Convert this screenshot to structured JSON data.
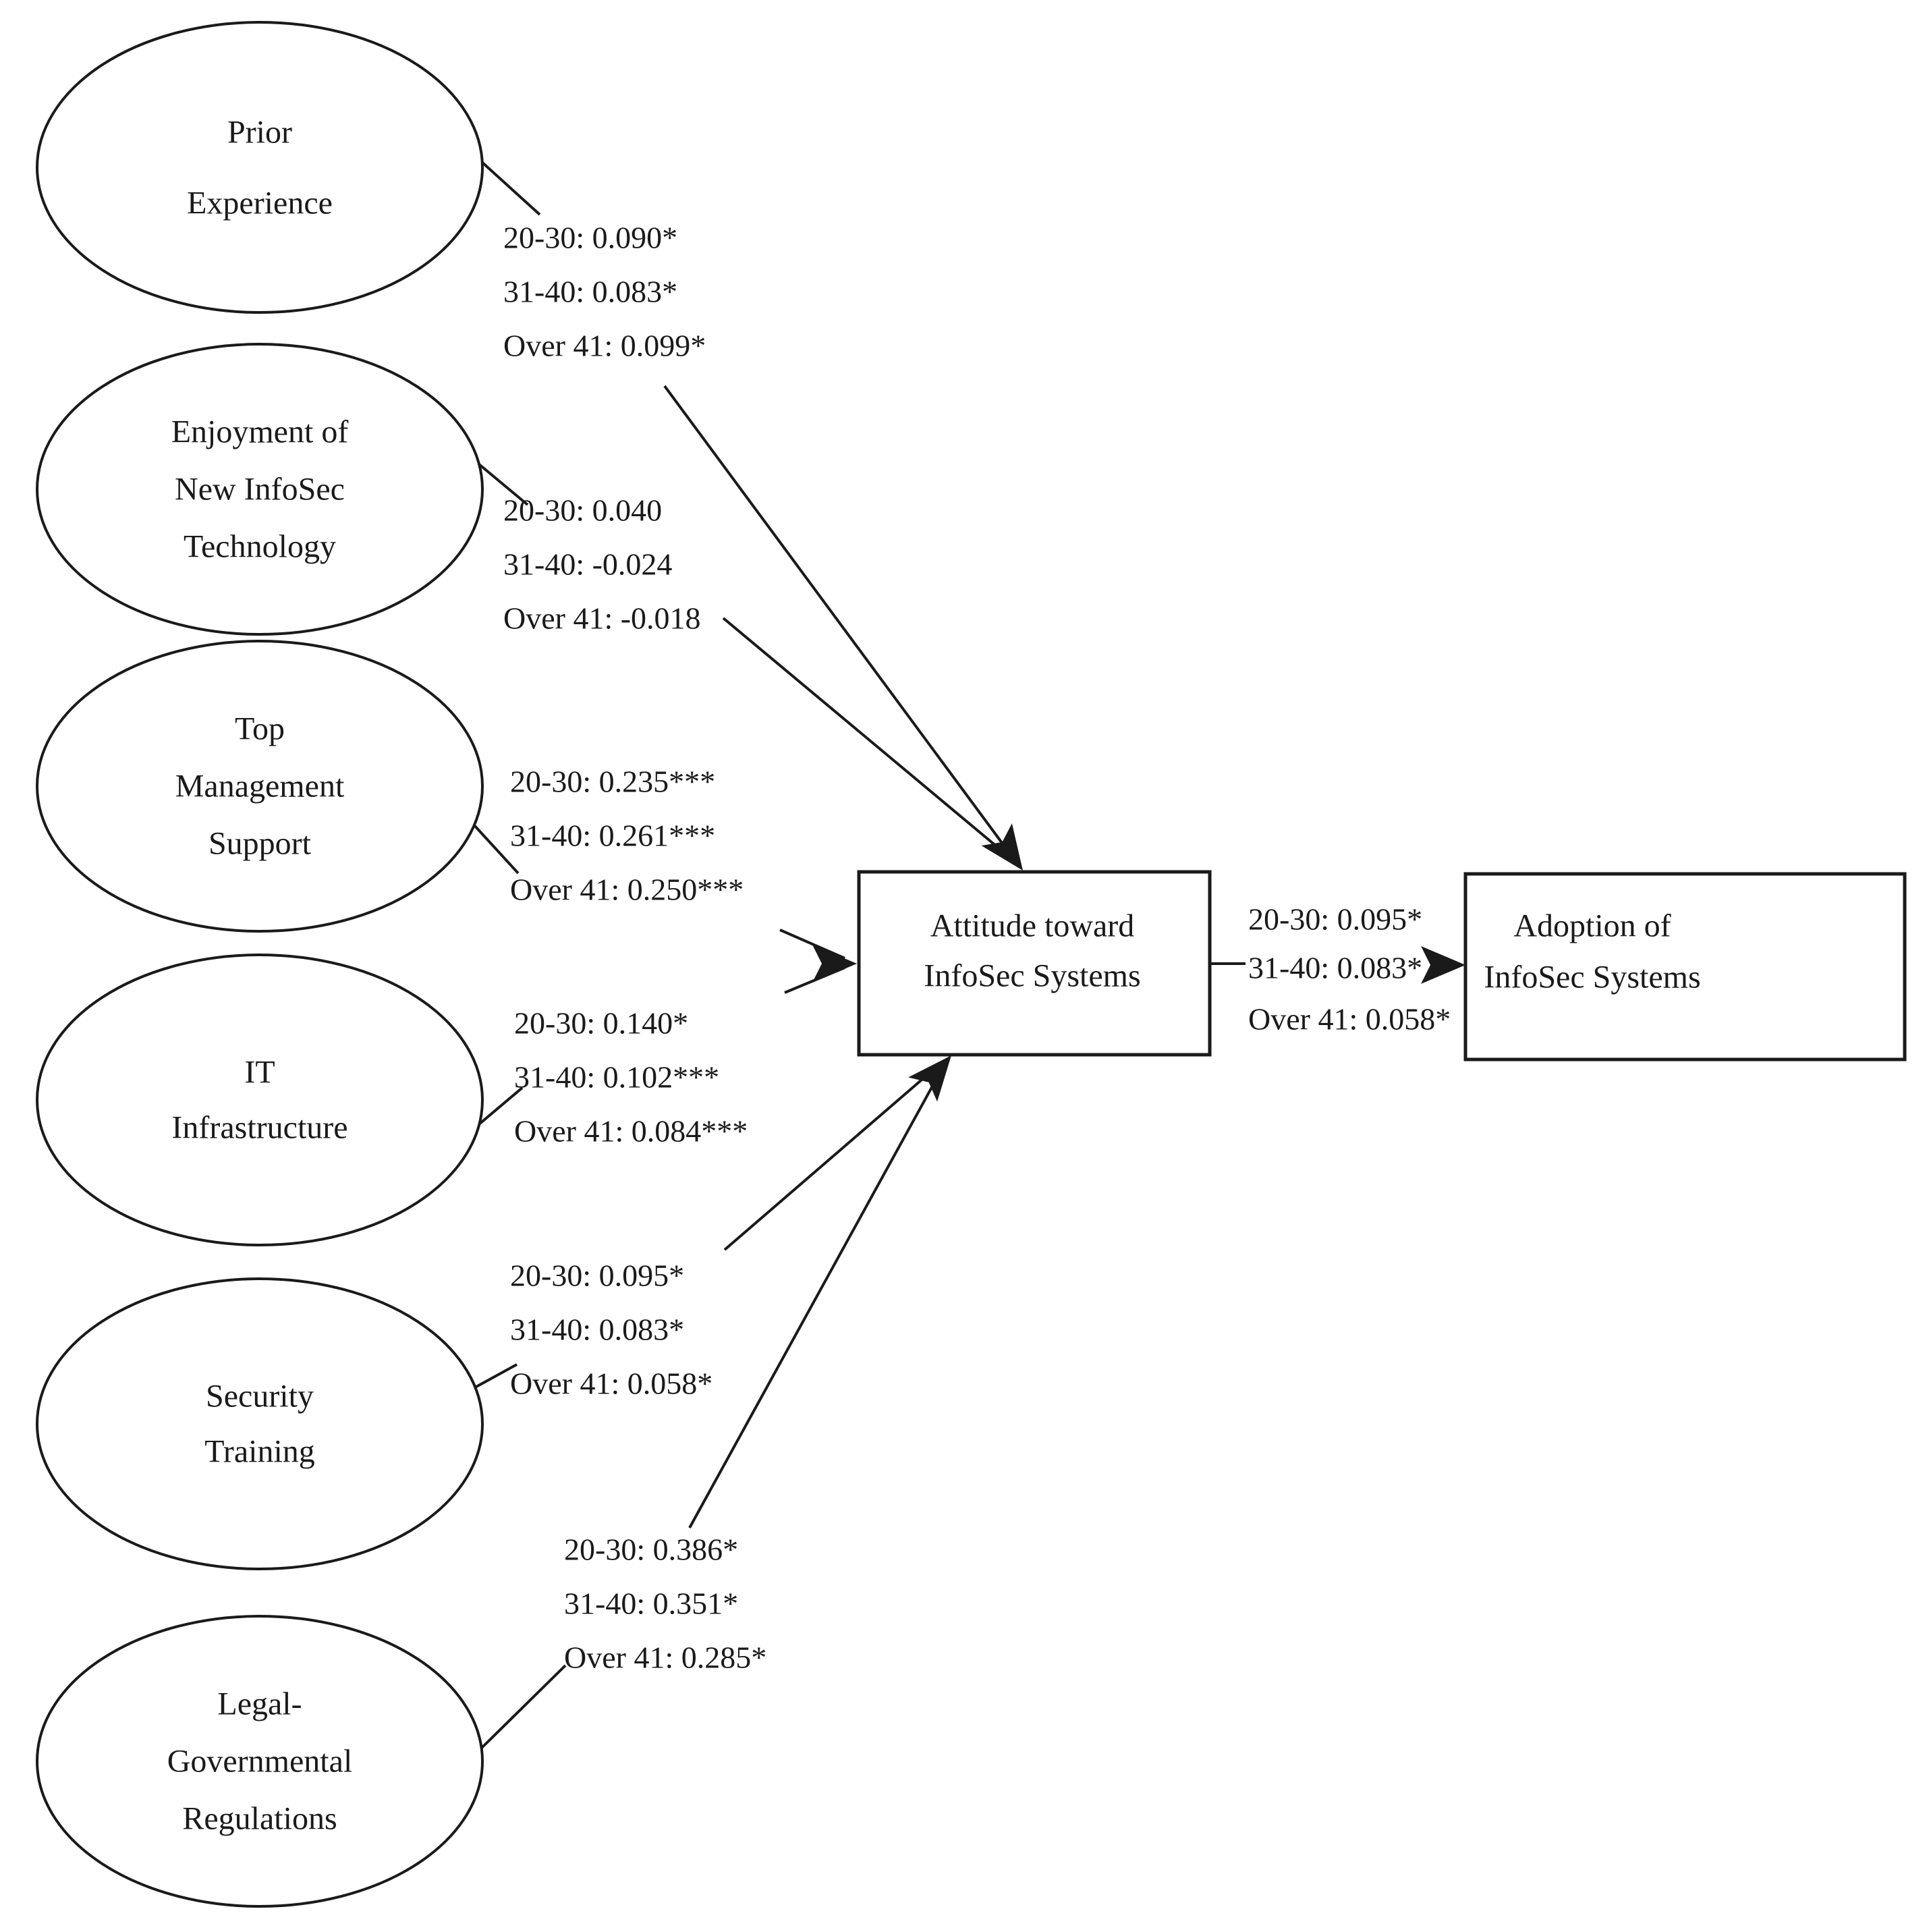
{
  "colors": {
    "ink": "#1a1a1a",
    "background": "#ffffff"
  },
  "nodes": {
    "prior_experience": {
      "lines": [
        "Prior",
        "Experience"
      ]
    },
    "enjoyment": {
      "lines": [
        "Enjoyment of",
        "New InfoSec",
        "Technology"
      ]
    },
    "top_management": {
      "lines": [
        "Top",
        "Management",
        "Support"
      ]
    },
    "it_infrastructure": {
      "lines": [
        "IT",
        "Infrastructure"
      ]
    },
    "security_training": {
      "lines": [
        "Security",
        "Training"
      ]
    },
    "legal_governmental": {
      "lines": [
        "Legal-",
        "Governmental",
        "Regulations"
      ]
    },
    "attitude": {
      "lines": [
        "Attitude toward",
        "InfoSec Systems"
      ]
    },
    "adoption": {
      "lines": [
        "Adoption of",
        "InfoSec Systems"
      ]
    }
  },
  "coefficients": {
    "prior_experience": [
      "20-30: 0.090*",
      "31-40: 0.083*",
      "Over 41: 0.099*"
    ],
    "enjoyment": [
      "20-30: 0.040",
      "31-40: -0.024",
      "Over 41: -0.018"
    ],
    "top_management": [
      "20-30: 0.235***",
      "31-40: 0.261***",
      "Over 41: 0.250***"
    ],
    "it_infrastructure": [
      "20-30: 0.140*",
      "31-40: 0.102***",
      "Over 41: 0.084***"
    ],
    "security_training": [
      "20-30: 0.095*",
      "31-40: 0.083*",
      "Over 41: 0.058*"
    ],
    "legal_governmental": [
      "20-30: 0.386*",
      "31-40: 0.351*",
      "Over 41: 0.285*"
    ],
    "attitude_adoption": [
      "20-30: 0.095*",
      "31-40: 0.083*",
      "Over 41: 0.058*"
    ]
  }
}
